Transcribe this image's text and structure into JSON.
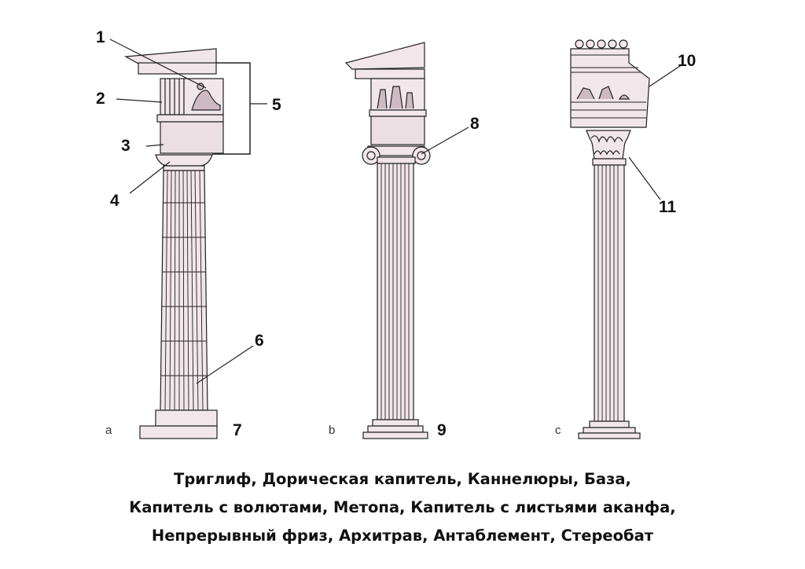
{
  "diagram": {
    "labels": [
      "1",
      "2",
      "3",
      "4",
      "5",
      "6",
      "7",
      "8",
      "9",
      "10",
      "11"
    ],
    "panel_letters": [
      "a",
      "b",
      "c"
    ],
    "colors": {
      "column_fill": "#f1e6ea",
      "line": "#222222",
      "shade": "#d9c8cf"
    }
  },
  "caption": {
    "lines": [
      "Триглиф, Дорическая капитель, Каннелюры, База,",
      "Капитель с волютами, Метопа, Капитель с листьями аканфа,",
      "Непрерывный фриз, Архитрав, Антаблемент, Стереобат"
    ]
  }
}
